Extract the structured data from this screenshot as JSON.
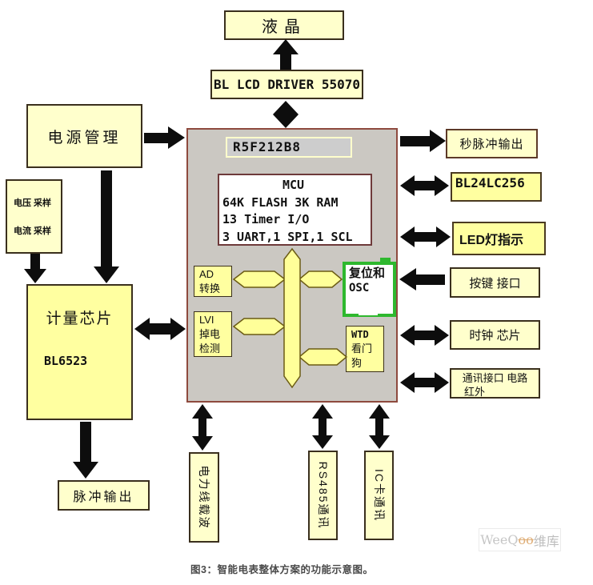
{
  "top": {
    "lcd": "液晶",
    "lcd_driver": "BL LCD DRIVER 55070"
  },
  "left_column": {
    "power_mgmt": "电源管理",
    "sampling_line1": "电压 采样",
    "sampling_line2": "电流 采样",
    "metering_title": "计量芯片",
    "metering_chip": "BL6523",
    "pulse_output": "脉冲输出"
  },
  "mcu_panel": {
    "part_no": "R5F212B8",
    "core_line1": "MCU",
    "core_line2": "64K FLASH 3K RAM",
    "core_line3": "13 Timer I/O",
    "core_line4": "3 UART,1 SPI,1 SCL",
    "ad_line1": "AD",
    "ad_line2": "转换",
    "lvi_line1": "LVI",
    "lvi_line2": "掉电",
    "lvi_line3": "检测",
    "reset_line1": "复位和",
    "reset_line2": "OSC",
    "wtd_line1": "WTD",
    "wtd_line2": "看门",
    "wtd_line3": "狗"
  },
  "right_column": {
    "sec_pulse_output": "秒脉冲输出",
    "eeprom": "BL24LC256",
    "led_indicator": "LED灯指示",
    "key_interface": "按键 接口",
    "clock_chip": "时钟 芯片",
    "comm_line1": "通讯接口 电路",
    "comm_line2": "红外"
  },
  "bottom_row": {
    "plc": "电力线载波",
    "rs485": "RS485通讯",
    "ic_card": "IC卡通讯"
  },
  "figure": {
    "caption": "图3：智能电表整体方案的功能示意图。",
    "watermark_prefix": "WeeQ",
    "watermark_oo": "oo",
    "watermark_suffix": "维库"
  },
  "colors": {
    "box_fill_pale": "#ffffcc",
    "box_fill_yellow": "#ffffa0",
    "panel_fill": "#cbc8c2",
    "panel_border": "#8e4a3e",
    "highlight_green": "#2eb82e",
    "connector_yellow": "#ffff99",
    "arrow_black": "#0d0d0d"
  }
}
